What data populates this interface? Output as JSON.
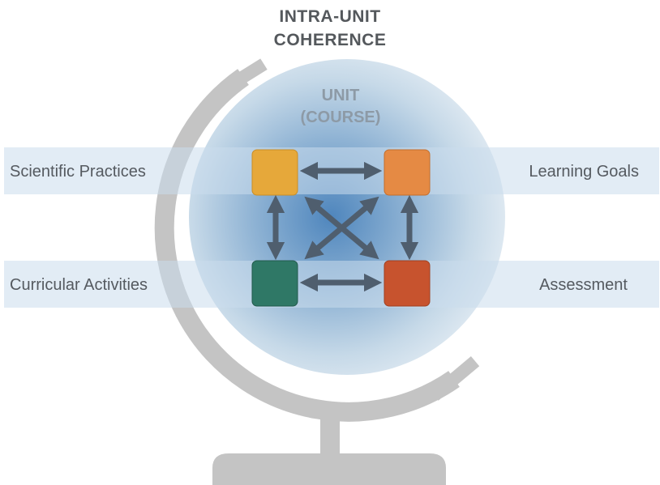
{
  "title": {
    "line1": "INTRA-UNIT",
    "line2": "COHERENCE"
  },
  "unit": {
    "line1": "UNIT",
    "line2": "(COURSE)"
  },
  "components": {
    "scientific_practices": {
      "label": "Scientific Practices",
      "color": "#e6a83a"
    },
    "learning_goals": {
      "label": "Learning Goals",
      "color": "#e58a44"
    },
    "curricular_activities": {
      "label": "Curricular Activities",
      "color": "#2f7866"
    },
    "assessment": {
      "label": "Assessment",
      "color": "#c7532e"
    }
  },
  "colors": {
    "globe_stand": "#c4c4c4",
    "globe_fill": "#bcd2e4",
    "globe_center": "#5b8fbf",
    "band": "#c9dcec",
    "arrow": "#4f5e6e"
  }
}
